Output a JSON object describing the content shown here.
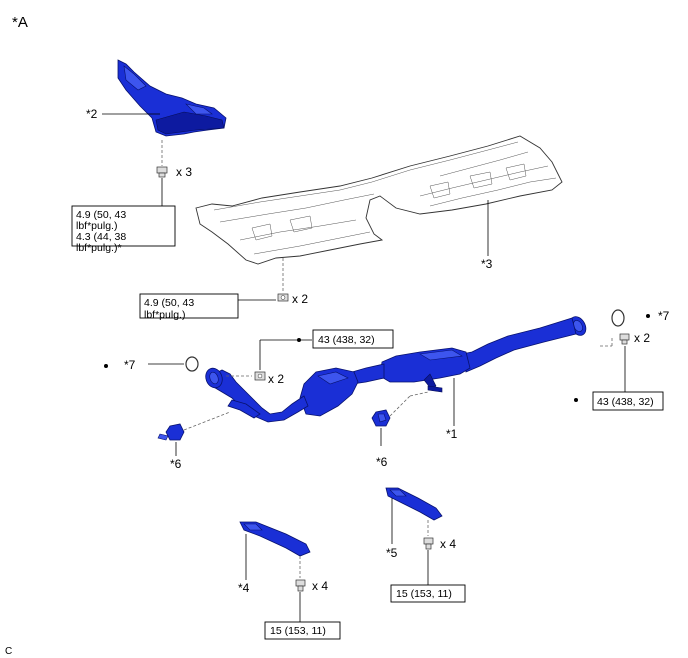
{
  "figure_label": "*A",
  "corner_mark": "C",
  "callouts": {
    "c1": "*1",
    "c2": "*2",
    "c3": "*3",
    "c4": "*4",
    "c5": "*5",
    "c6a": "*6",
    "c6b": "*6",
    "c7a": "*7",
    "c7b": "*7"
  },
  "quantities": {
    "q_bolt_x3": "x 3",
    "q_nut_x2_top": "x 2",
    "q_nut_x2_mid": "x 2",
    "q_bolt_x2_right": "x 2",
    "q_bolt_x4_left": "x 4",
    "q_bolt_x4_right": "x 4"
  },
  "torques": {
    "t_shield2_line1": "4.9 (50, 43",
    "t_shield2_line2": "lbf*pulg.)",
    "t_shield2_line3": "4.3 (44, 38",
    "t_shield2_line4": "lbf*pulg.)*",
    "t_shield3_line1": "4.9 (50, 43",
    "t_shield3_line2": "lbf*pulg.)",
    "t_front_nut": "43 (438, 32)",
    "t_rear_bolt": "43 (438, 32)",
    "t_bracket_left": "15 (153, 11)",
    "t_bracket_right": "15 (153, 11)"
  },
  "colors": {
    "part_blue": "#1a2fd6",
    "outline": "#000000"
  }
}
